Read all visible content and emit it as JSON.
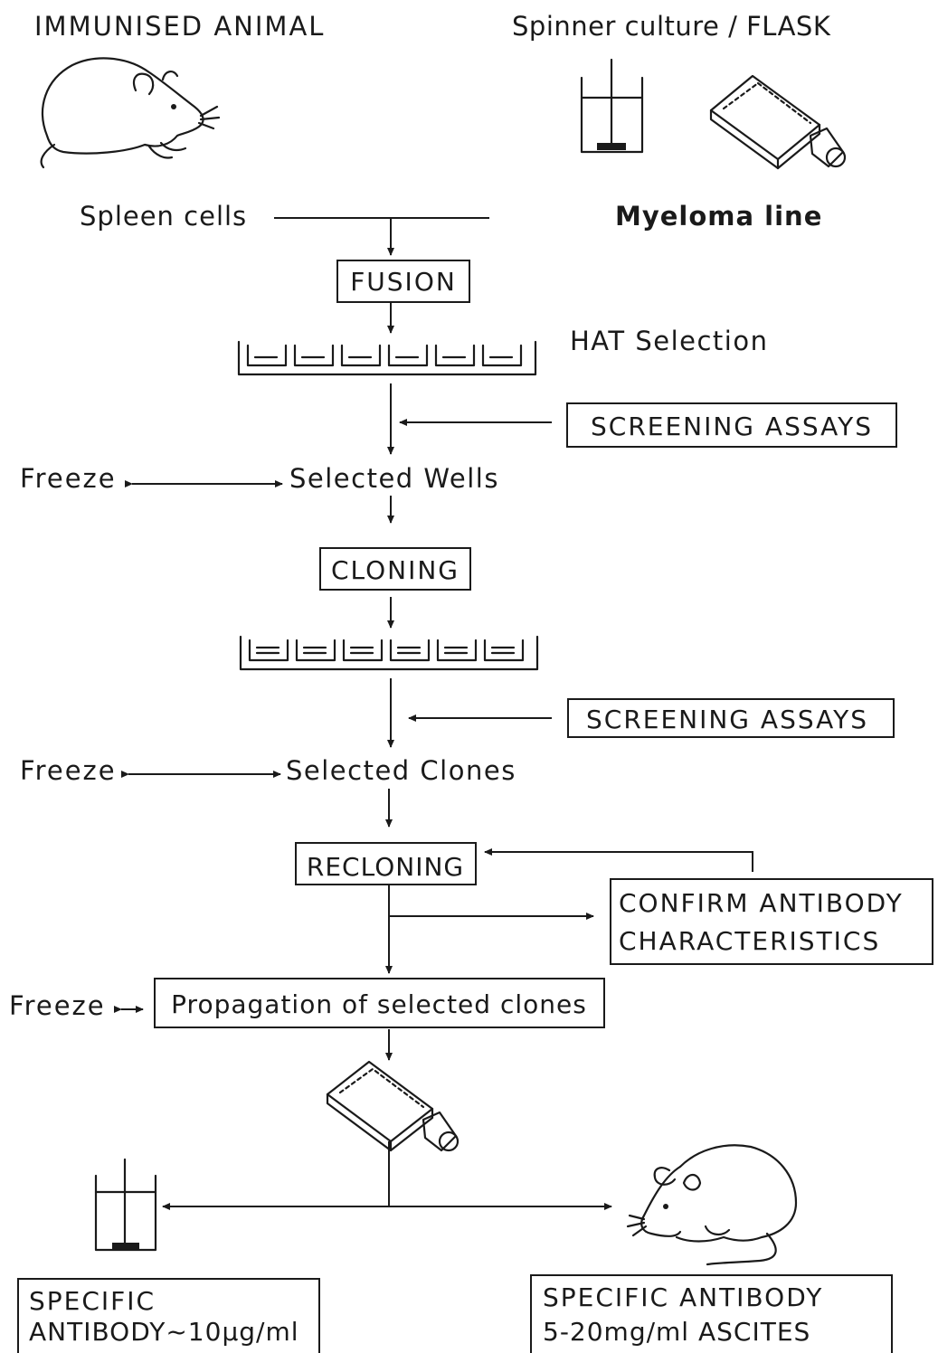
{
  "labels": {
    "immunised_animal": "IMMUNISED ANIMAL",
    "spinner_flask": "Spinner culture / FLASK",
    "spleen_cells": "Spleen cells",
    "myeloma_line": "Myeloma line",
    "hat_selection": "HAT Selection",
    "freeze_1": "Freeze",
    "selected_wells": "Selected Wells",
    "freeze_2": "Freeze",
    "selected_clones": "Selected Clones",
    "freeze_3": "Freeze"
  },
  "boxes": {
    "fusion": "FUSION",
    "screening_1": "SCREENING ASSAYS",
    "cloning": "CLONING",
    "screening_2": "SCREENING ASSAYS",
    "recloning": "RECLONING",
    "confirm_line1": "CONFIRM ANTIBODY",
    "confirm_line2": "CHARACTERISTICS",
    "propagation": "Propagation of selected clones",
    "specific_left_line1": "SPECIFIC",
    "specific_left_line2": "ANTIBODY~10µg/ml",
    "specific_right_line1": "SPECIFIC ANTIBODY",
    "specific_right_line2": "5-20mg/ml ASCITES"
  },
  "icons": [
    "mouse-icon",
    "spinner-culture-icon",
    "flask-icon",
    "well-plate-icon",
    "mouse-ascites-icon"
  ],
  "colors": {
    "ink": "#1a1a1a",
    "background": "#ffffff"
  }
}
